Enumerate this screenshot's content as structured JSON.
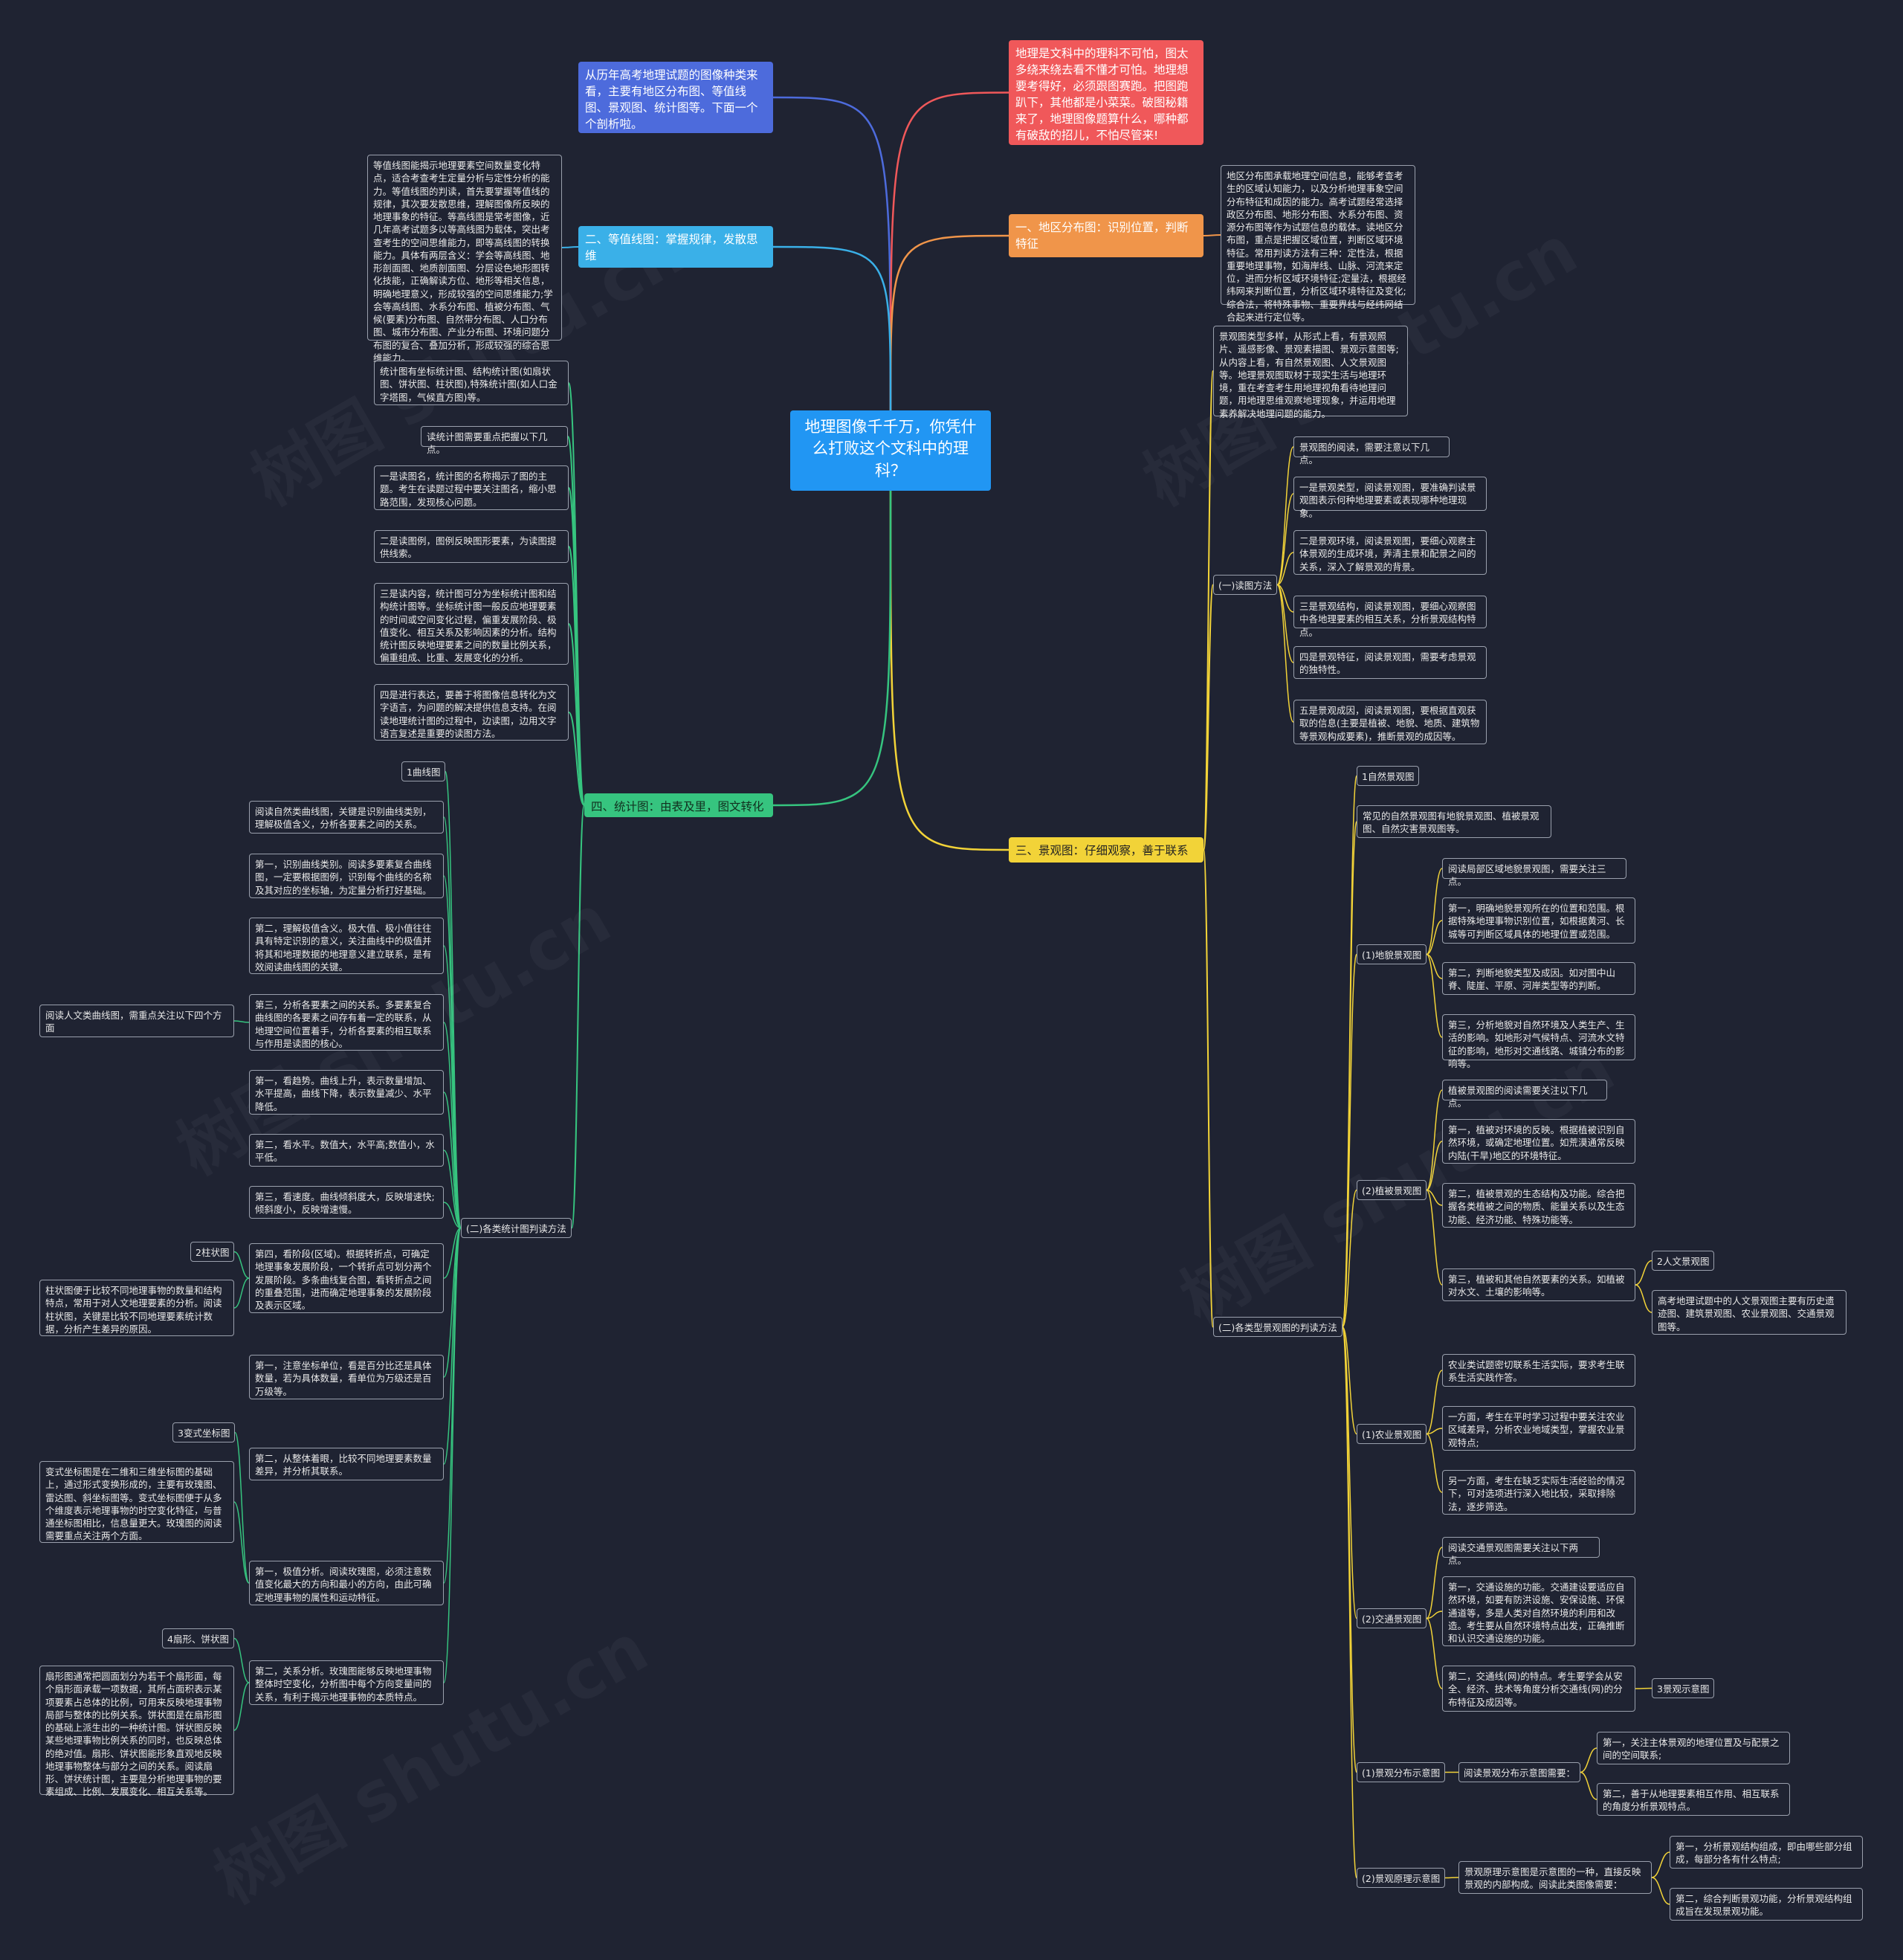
{
  "root": "地理图像千千万，你凭什么打败这个文科中的理科？",
  "colors": {
    "bg": "#1f2332",
    "root": "#2196f3",
    "blue": "#4d6bdc",
    "red": "#f0585a",
    "sky": "#3ab0e8",
    "orange": "#f0954a",
    "yellow": "#f2d338",
    "green": "#36c47f"
  },
  "watermark": "树图 shutu.cn",
  "top_left": "从历年高考地理试题的图像种类来看，主要有地区分布图、等值线图、景观图、统计图等。下面一个个剖析啦。",
  "top_right": "地理是文科中的理科不可怕，图太多绕来绕去看不懂才可怕。地理想要考得好，必须跟图赛跑。把图跑趴下，其他都是小菜菜。破图秘籍来了，地理图像题算什么，哪种都有破敌的招儿，不怕尽管来!",
  "b1": {
    "title": "一、地区分布图：识别位置，判断特征",
    "desc": "地区分布图承载地理空间信息，能够考查考生的区域认知能力，以及分析地理事象空间分布特征和成因的能力。高考试题经常选择政区分布图、地形分布图、水系分布图、资源分布图等作为试题信息的载体。读地区分布图，重点是把握区域位置，判断区域环境特征。常用判读方法有三种：定性法，根据重要地理事物，如海岸线、山脉、河流来定位，进而分析区域环境特征;定量法，根据经纬网来判断位置，分析区域环境特征及变化;综合法，将特殊事物、重要界线与经纬网结合起来进行定位等。"
  },
  "b2": {
    "title": "二、等值线图：掌握规律，发散思维",
    "desc": "等值线图能揭示地理要素空间数量变化特点，适合考查考生定量分析与定性分析的能力。等值线图的判读，首先要掌握等值线的规律，其次要发散思维，理解图像所反映的地理事象的特征。等高线图是常考图像，近几年高考试题多以等高线图为载体，突出考查考生的空间思维能力，即等高线图的转换能力。具体有两层含义：学会等高线图、地形剖面图、地质剖面图、分层设色地形图转化技能，正确解读方位、地形等相关信息，明确地理意义，形成较强的空间思维能力;学会等高线图、水系分布图、植被分布图、气候(要素)分布图、自然带分布图、人口分布图、城市分布图、产业分布图、环境问题分布图的复合、叠加分析，形成较强的综合思维能力。"
  },
  "b3": {
    "title": "三、景观图：仔细观察，善于联系",
    "intro": "景观图类型多样，从形式上看，有景观照片、遥感影像、景观素描图、景观示意图等;从内容上看，有自然景观图、人文景观图等。地理景观图取材于现实生活与地理环境，重在考查考生用地理视角看待地理问题，用地理思维观察地理现象，并运用地理素养解决地理问题的能力。",
    "read_method": {
      "label": "(一)读图方法",
      "items": [
        "景观图的阅读，需要注意以下几点。",
        "一是景观类型，阅读景观图，要准确判读景观图表示何种地理要素或表现哪种地理现象。",
        "二是景观环境，阅读景观图，要细心观察主体景观的生成环境，弄清主景和配景之间的关系，深入了解景观的背景。",
        "三是景观结构，阅读景观图，要细心观察图中各地理要素的相互关系，分析景观结构特点。",
        "四是景观特征，阅读景观图，需要考虑景观的独特性。",
        "五是景观成因，阅读景观图，要根据直观获取的信息(主要是植被、地貌、地质、建筑物等景观构成要素)，推断景观的成因等。"
      ]
    },
    "types": {
      "label": "(二)各类型景观图的判读方法",
      "natural_title": "1自然景观图",
      "natural_desc": "常见的自然景观图有地貌景观图、植被景观图、自然灾害景观图等。",
      "landform": {
        "label": "(1)地貌景观图",
        "items": [
          "阅读局部区域地貌景观图，需要关注三点。",
          "第一，明确地貌景观所在的位置和范围。根据特殊地理事物识别位置，如根据黄河、长城等可判断区域具体的地理位置或范围。",
          "第二，判断地貌类型及成因。如对图中山脊、陡崖、平原、河岸类型等的判断。",
          "第三，分析地貌对自然环境及人类生产、生活的影响。如地形对气候特点、河流水文特征的影响，地形对交通线路、城镇分布的影响等。"
        ]
      },
      "vegetation": {
        "label": "(2)植被景观图",
        "items": [
          "植被景观图的阅读需要关注以下几点。",
          "第一，植被对环境的反映。根据植被识别自然环境，或确定地理位置。如荒漠通常反映内陆(干旱)地区的环境特征。",
          "第二，植被景观的生态结构及功能。综合把握各类植被之间的物质、能量关系以及生态功能、经济功能、特殊功能等。",
          "第三，植被和其他自然要素的关系。如植被对水文、土壤的影响等。"
        ]
      },
      "human_title": "2人文景观图",
      "human_desc": "高考地理试题中的人文景观图主要有历史遗迹图、建筑景观图、农业景观图、交通景观图等。",
      "agri": {
        "label": "(1)农业景观图",
        "items": [
          "农业类试题密切联系生活实际，要求考生联系生活实践作答。",
          "一方面，考生在平时学习过程中要关注农业区域差异，分析农业地域类型，掌握农业景观特点;",
          "另一方面，考生在缺乏实际生活经验的情况下，可对选项进行深入地比较，采取排除法，逐步筛选。"
        ]
      },
      "traffic": {
        "label": "(2)交通景观图",
        "items": [
          "阅读交通景观图需要关注以下两点。",
          "第一，交通设施的功能。交通建设要适应自然环境，如要有防洪设施、安保设施、环保通道等，多是人类对自然环境的利用和改造。考生要从自然环境特点出发，正确推断和认识交通设施的功能。",
          "第二，交通线(网)的特点。考生要学会从安全、经济、技术等角度分析交通线(网)的分布特征及成因等。"
        ]
      },
      "diagram_title": "3景观示意图",
      "distribution": {
        "label": "(1)景观分布示意图",
        "mid": "阅读景观分布示意图需要：",
        "items": [
          "第一，关注主体景观的地理位置及与配景之间的空间联系;",
          "第二，善于从地理要素相互作用、相互联系的角度分析景观特点。"
        ]
      },
      "principle": {
        "label": "(2)景观原理示意图",
        "mid": "景观原理示意图是示意图的一种，直接反映景观的内部构成。阅读此类图像需要：",
        "items": [
          "第一，分析景观结构组成，即由哪些部分组成，每部分各有什么特点;",
          "第二，综合判断景观功能，分析景观结构组成旨在发现景观功能。"
        ]
      }
    }
  },
  "b4": {
    "title": "四、统计图：由表及里，图文转化",
    "list": [
      "统计图有坐标统计图、结构统计图(如扇状图、饼状图、柱状图),特殊统计图(如人口金字塔图，气候直方图)等。",
      "读统计图需要重点把握以下几点。",
      "一是读图名，统计图的名称揭示了图的主题。考生在读题过程中要关注图名，缩小思路范围，发现核心问题。",
      "二是读图例，图例反映图形要素，为读图提供线索。",
      "三是读内容，统计图可分为坐标统计图和结构统计图等。坐标统计图一般反应地理要素的时间或空间变化过程，偏重发展阶段、极值变化、相互关系及影响因素的分析。结构统计图反映地理要素之间的数量比例关系，偏重组成、比重、发展变化的分析。",
      "四是进行表达，要善于将图像信息转化为文字语言，为问题的解决提供信息支持。在阅读地理统计图的过程中，边读图，边用文字语言复述是重要的读图方法。"
    ],
    "methods": {
      "label": "(二)各类统计图判读方法",
      "curve_title": "1曲线图",
      "curve_items": [
        "阅读自然类曲线图，关键是识别曲线类别，理解极值含义，分析各要素之间的关系。",
        "第一，识别曲线类别。阅读多要素复合曲线图，一定要根据图例，识别每个曲线的名称及其对应的坐标轴，为定量分析打好基础。",
        "第二，理解极值含义。极大值、极小值往往具有特定识别的意义，关注曲线中的极值并将其和地理数据的地理意义建立联系，是有效阅读曲线图的关键。",
        "第三，分析各要素之间的关系。多要素复合曲线图的各要素之间存有着一定的联系，从地理空间位置着手，分析各要素的相互联系与作用是读图的核心。",
        "第一，看趋势。曲线上升，表示数量增加、水平提高，曲线下降，表示数量减少、水平降低。",
        "第二，看水平。数值大，水平高;数值小，水平低。",
        "第三，看速度。曲线倾斜度大，反映增速快;倾斜度小，反映增速慢。",
        "第四，看阶段(区域)。根据转折点，可确定地理事象发展阶段，一个转折点可划分两个发展阶段。多条曲线复合图，看转折点之间的重叠范围，进而确定地理事象的发展阶段及表示区域。"
      ],
      "human_curve": "阅读人文类曲线图，需重点关注以下四个方面",
      "bar_title": "2柱状图",
      "bar_desc": "柱状图便于比较不同地理事物的数量和结构特点，常用于对人文地理要素的分析。阅读柱状图，关键是比较不同地理要素统计数据，分析产生差异的原因。",
      "bar_items": [
        "第一，注意坐标单位，看是百分比还是具体数量，若为具体数量，看单位为万级还是百万级等。",
        "第二，从整体着眼，比较不同地理要素数量差异，并分析其联系。"
      ],
      "var_title": "3变式坐标图",
      "var_desc": "变式坐标图是在二维和三维坐标图的基础上，通过形式变换形成的，主要有玫瑰图、雷达图、斜坐标图等。变式坐标图便于从多个维度表示地理事物的时空变化特征，与普通坐标图相比，信息量更大。玫瑰图的阅读需要重点关注两个方面。",
      "var_items": [
        "第一，极值分析。阅读玫瑰图，必须注意数值变化最大的方向和最小的方向，由此可确定地理事物的属性和运动特征。",
        "第二，关系分析。玫瑰图能够反映地理事物整体时空变化，分析图中每个方向变量间的关系，有利于揭示地理事物的本质特点。"
      ],
      "pie_title": "4扇形、饼状图",
      "pie_desc": "扇形图通常把圆面划分为若干个扇形面，每个扇形面承载一项数据，其所占面积表示某项要素占总体的比例，可用来反映地理事物局部与整体的比例关系。饼状图是在扇形图的基础上派生出的一种统计图。饼状图反映某些地理事物比例关系的同时，也反映总体的绝对值。扇形、饼状图能形象直观地反映地理事物整体与部分之间的关系。阅读扇形、饼状统计图，主要是分析地理事物的要素组成、比例、发展变化、相互关系等。"
    }
  }
}
